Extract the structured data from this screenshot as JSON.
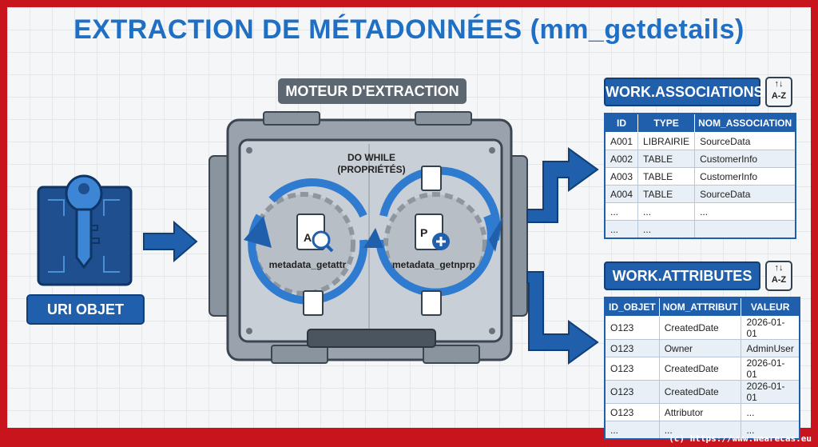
{
  "title": "EXTRACTION DE MÉTADONNÉES (mm_getdetails)",
  "engine_label": "MOTEUR D'EXTRACTION",
  "loop_label_line1": "DO WHILE",
  "loop_label_line2": "(PROPRIÉTÉS)",
  "left_process": "metadata_getattr",
  "right_process": "metadata_getnprp",
  "uri_label": "URI OBJET",
  "sort_icon_text_top": "↑↓",
  "sort_icon_text_bottom": "A-Z",
  "associations": {
    "label": "WORK.ASSOCIATIONS",
    "columns": [
      "ID",
      "TYPE",
      "NOM_ASSOCIATION"
    ],
    "rows": [
      [
        "A001",
        "LIBRAIRIE",
        "SourceData"
      ],
      [
        "A002",
        "TABLE",
        "CustomerInfo"
      ],
      [
        "A003",
        "TABLE",
        "CustomerInfo"
      ],
      [
        "A004",
        "TABLE",
        "SourceData"
      ],
      [
        "...",
        "...",
        "..."
      ],
      [
        "...",
        "...",
        ""
      ]
    ]
  },
  "attributes": {
    "label": "WORK.ATTRIBUTES",
    "columns": [
      "ID_OBJET",
      "NOM_ATTRIBUT",
      "VALEUR"
    ],
    "rows": [
      [
        "O123",
        "CreatedDate",
        "2026-01-01"
      ],
      [
        "O123",
        "Owner",
        "AdminUser"
      ],
      [
        "O123",
        "CreatedDate",
        "2026-01-01"
      ],
      [
        "O123",
        "CreatedDate",
        "2026-01-01"
      ],
      [
        "O123",
        "Attributor",
        "..."
      ],
      [
        "...",
        "...",
        "..."
      ]
    ]
  },
  "footer": "(c) https://www.wearecas.eu",
  "colors": {
    "frame": "#c8141c",
    "accent": "#1f5fab",
    "title": "#1f6fc4"
  }
}
